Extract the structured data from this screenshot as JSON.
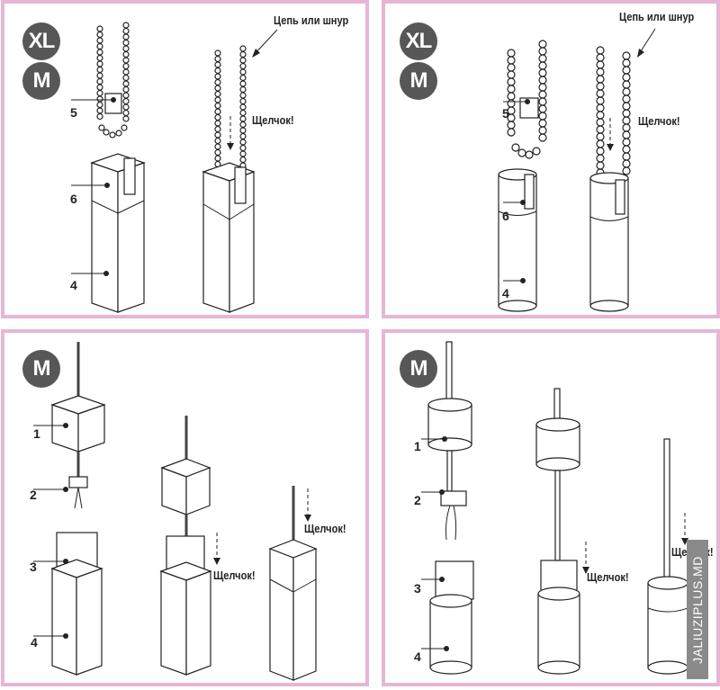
{
  "panels": [
    {
      "id": "top-left",
      "shape": "square",
      "badges": [
        "XL",
        "M"
      ],
      "annotation_top": "Цепь или шнур",
      "click_label": "Щелчок!",
      "part_labels": [
        "5",
        "6",
        "4"
      ]
    },
    {
      "id": "top-right",
      "shape": "cylinder",
      "badges": [
        "XL",
        "M"
      ],
      "annotation_top": "Цепь или шнур",
      "click_label": "Щелчок!",
      "part_labels": [
        "5",
        "6",
        "4"
      ]
    },
    {
      "id": "bottom-left",
      "shape": "square",
      "badges": [
        "M"
      ],
      "click_labels": [
        "Щелчок!",
        "Щелчок!"
      ],
      "part_labels": [
        "1",
        "2",
        "3",
        "4"
      ]
    },
    {
      "id": "bottom-right",
      "shape": "cylinder",
      "badges": [
        "M"
      ],
      "click_labels": [
        "Щелчок!",
        "Щелчок!"
      ],
      "part_labels": [
        "1",
        "2",
        "3",
        "4"
      ]
    }
  ],
  "watermark": "JALIUZIPLUS.MD",
  "colors": {
    "border": "#e6b6d6",
    "badge": "#575757",
    "watermark": "#8a8a8a"
  }
}
